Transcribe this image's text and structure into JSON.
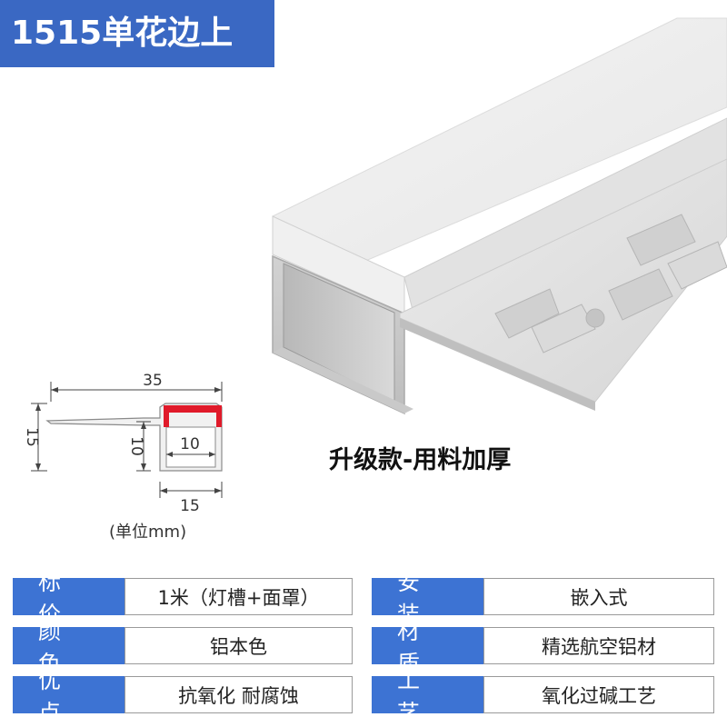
{
  "title": "1515单花边上",
  "slogan": "升级款-用料加厚",
  "unit_note": "(单位mm)",
  "dimensions": {
    "width_total": "35",
    "height_total": "15",
    "slot_height": "10",
    "slot_inner": "10",
    "channel_width": "15"
  },
  "specs": [
    {
      "label": "标价",
      "value": "1米（灯槽+面罩）"
    },
    {
      "label": "安装",
      "value": "嵌入式"
    },
    {
      "label": "颜色",
      "value": "铝本色"
    },
    {
      "label": "材质",
      "value": "精选航空铝材"
    },
    {
      "label": "优点",
      "value": "抗氧化 耐腐蚀"
    },
    {
      "label": "工艺",
      "value": "氧化过碱工艺"
    }
  ],
  "colors": {
    "title_bg": "#3a68c3",
    "label_bg": "#3d73d3",
    "led_strip": "#e01a2a"
  }
}
